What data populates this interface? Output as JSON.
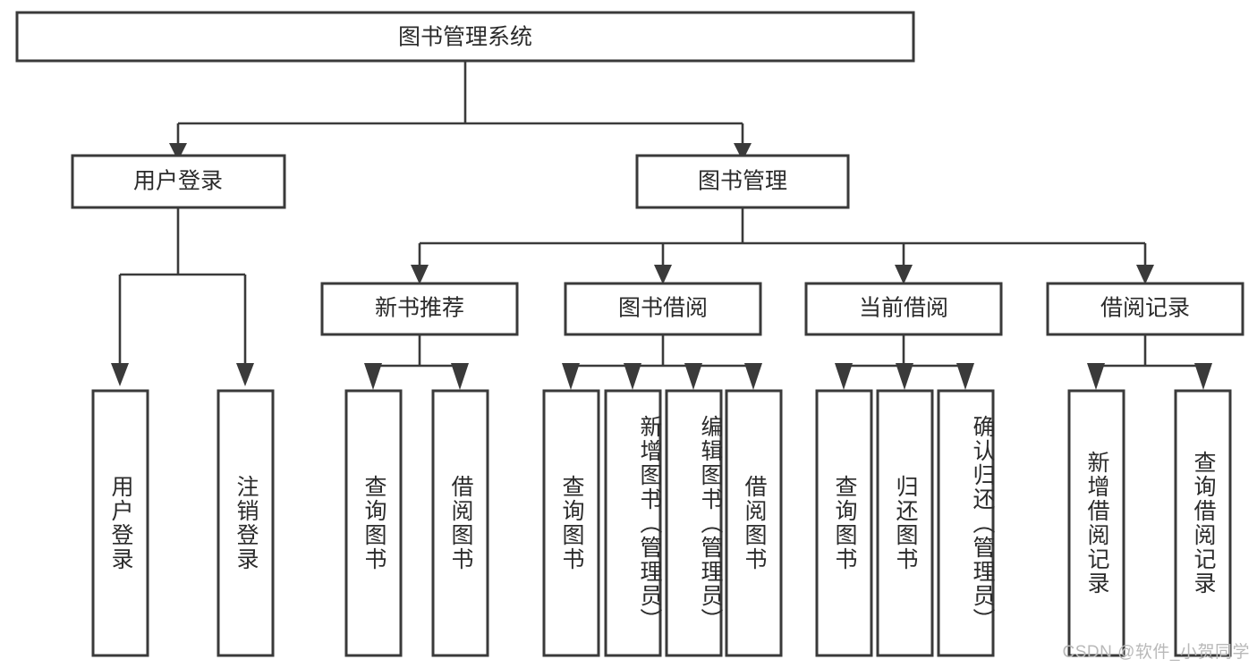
{
  "diagram": {
    "type": "tree",
    "title": "图书管理系统",
    "watermark": "CSDN @软件_小贺同学",
    "colors": {
      "box_stroke": "#3a3a3a",
      "box_fill": "#ffffff",
      "text": "#2b2b2b",
      "connector": "#3a3a3a",
      "watermark": "#b9b9b9",
      "background": "#ffffff"
    },
    "root": {
      "label": "图书管理系统"
    },
    "level2": [
      {
        "label": "用户登录"
      },
      {
        "label": "图书管理"
      }
    ],
    "level3": [
      {
        "label": "新书推荐"
      },
      {
        "label": "图书借阅"
      },
      {
        "label": "当前借阅"
      },
      {
        "label": "借阅记录"
      }
    ],
    "leaves": {
      "user_login": [
        {
          "label": "用户登录"
        },
        {
          "label": "注销登录"
        }
      ],
      "new_book_recommend": [
        {
          "label": "查询图书"
        },
        {
          "label": "借阅图书"
        }
      ],
      "book_borrow": [
        {
          "label": "查询图书"
        },
        {
          "label": "新增图书（管理员）"
        },
        {
          "label": "编辑图书（管理员）"
        },
        {
          "label": "借阅图书"
        }
      ],
      "current_borrow": [
        {
          "label": "查询图书"
        },
        {
          "label": "归还图书"
        },
        {
          "label": "确认归还（管理员）"
        }
      ],
      "borrow_record": [
        {
          "label": "新增借阅记录"
        },
        {
          "label": "查询借阅记录"
        }
      ]
    }
  }
}
